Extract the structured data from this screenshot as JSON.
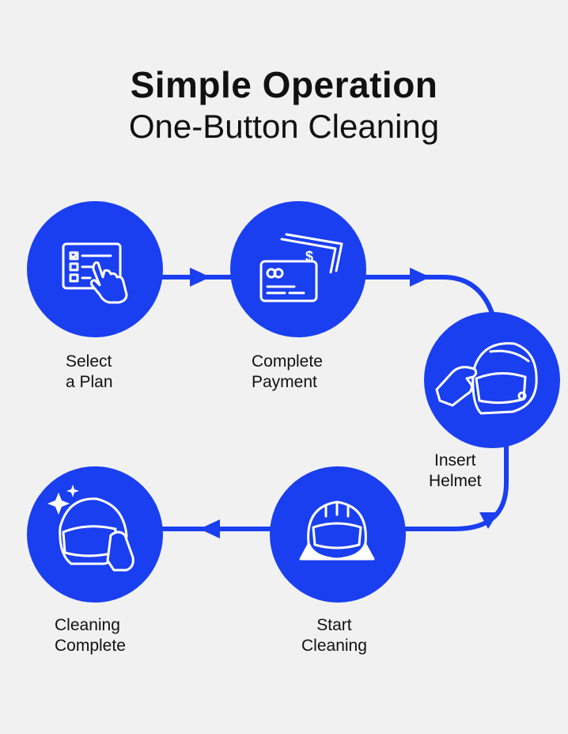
{
  "header": {
    "title": "Simple Operation",
    "subtitle": "One-Button Cleaning"
  },
  "colors": {
    "accent": "#1a3ff0",
    "background": "#f1f1f2",
    "text": "#111111",
    "icon_stroke": "#ffffff"
  },
  "steps": [
    {
      "label": "Select\na Plan",
      "icon": "touch-menu-icon"
    },
    {
      "label": "Complete\nPayment",
      "icon": "payment-card-icon"
    },
    {
      "label": "Insert\nHelmet",
      "icon": "insert-helmet-icon"
    },
    {
      "label": "Start\nCleaning",
      "icon": "helmet-cleaning-icon"
    },
    {
      "label": "Cleaning\nComplete",
      "icon": "clean-helmet-icon"
    }
  ]
}
